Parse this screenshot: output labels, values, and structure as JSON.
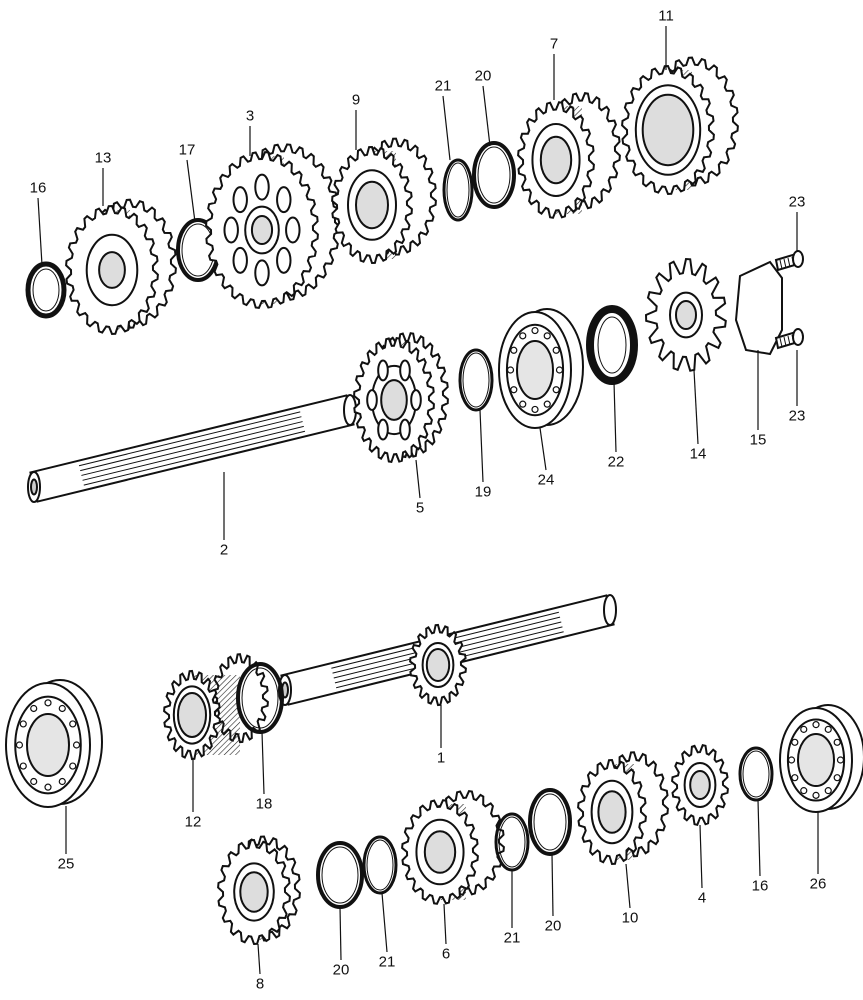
{
  "diagram": {
    "type": "exploded-parts-view",
    "subject": "transmission gear sets",
    "labels": {
      "p1": "1",
      "p2": "2",
      "p3": "3",
      "p4": "4",
      "p5": "5",
      "p6": "6",
      "p7": "7",
      "p8": "8",
      "p9": "9",
      "p10": "10",
      "p11": "11",
      "p12": "12",
      "p13": "13",
      "p14": "14",
      "p15": "15",
      "p16a": "16",
      "p16b": "16",
      "p17": "17",
      "p18": "18",
      "p19": "19",
      "p20a": "20",
      "p20b": "20",
      "p20c": "20",
      "p21a": "21",
      "p21b": "21",
      "p21c": "21",
      "p22": "22",
      "p23a": "23",
      "p23b": "23",
      "p24": "24",
      "p25": "25",
      "p26": "26"
    }
  }
}
